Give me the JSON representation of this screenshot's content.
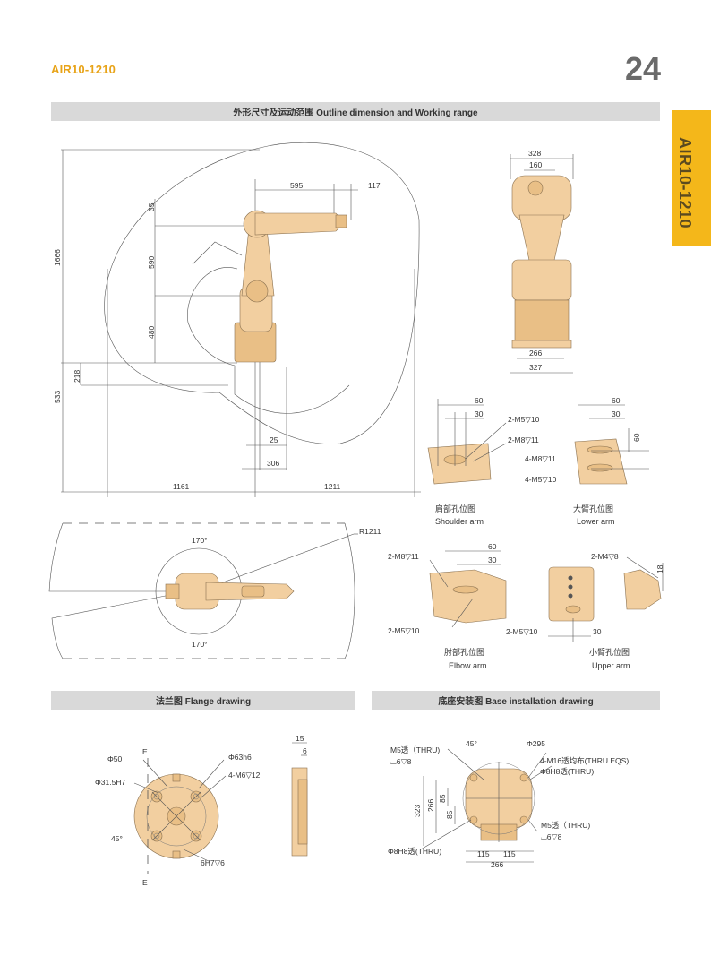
{
  "header": {
    "model": "AIR10-1210",
    "page_number": "24",
    "side_tab": "AIR10-1210"
  },
  "sections": {
    "outline": "外形尺寸及运动范围 Outline dimension and Working range",
    "flange": "法兰图 Flange drawing",
    "base": "底座安装图 Base installation drawing"
  },
  "side_view": {
    "dims": {
      "d595": "595",
      "d117": "117",
      "d35": "35",
      "d590": "590",
      "d480": "480",
      "d1666": "1666",
      "d533": "533",
      "d218": "218",
      "d25": "25",
      "d306": "306",
      "d1161": "1161",
      "d1211": "1211"
    }
  },
  "front_view": {
    "dims": {
      "d328": "328",
      "d160": "160",
      "d266": "266",
      "d327": "327"
    }
  },
  "hole_views": {
    "shoulder": {
      "cn": "肩部孔位图",
      "en": "Shoulder arm",
      "d60": "60",
      "d30": "30",
      "h1": "2-M5▽10",
      "h2": "2-M8▽11"
    },
    "lower": {
      "cn": "大臂孔位图",
      "en": "Lower arm",
      "d60": "60",
      "d30": "30",
      "v60": "60",
      "h1": "4-M8▽11",
      "h2": "4-M5▽10"
    },
    "elbow": {
      "cn": "肘部孔位图",
      "en": "Elbow arm",
      "d60": "60",
      "d30": "30",
      "h1": "2-M8▽11",
      "h2": "2-M5▽10"
    },
    "upper": {
      "cn": "小臂孔位图",
      "en": "Upper arm",
      "h1": "2-M4▽8",
      "d18": "18",
      "h2": "2-M5▽10",
      "d30": "30"
    }
  },
  "top_view": {
    "radius": "R1211",
    "angle_top": "170°",
    "angle_bottom": "170°"
  },
  "flange": {
    "phi50": "Φ50",
    "phi31": "Φ31.5H7",
    "e_top": "E",
    "e_bottom": "E",
    "phi63": "Φ63h6",
    "m6": "4-M6▽12",
    "a45": "45°",
    "h7": "6H7▽6",
    "d15": "15",
    "d6": "6"
  },
  "base": {
    "m5_top": "M5透（THRU)",
    "m5_top2": "⌴6▽8",
    "a45": "45°",
    "phi295": "Φ295",
    "m16": "4-M16透均布(THRU EQS)",
    "phi8_top": "Φ8H8透(THRU)",
    "d323": "323",
    "d266v": "266",
    "d85a": "85",
    "d85b": "85",
    "m5_bot": "M5透（THRU)",
    "m5_bot2": "⌴6▽8",
    "phi8_bot": "Φ8H8透(THRU)",
    "d115a": "115",
    "d115b": "115",
    "d266h": "266"
  }
}
